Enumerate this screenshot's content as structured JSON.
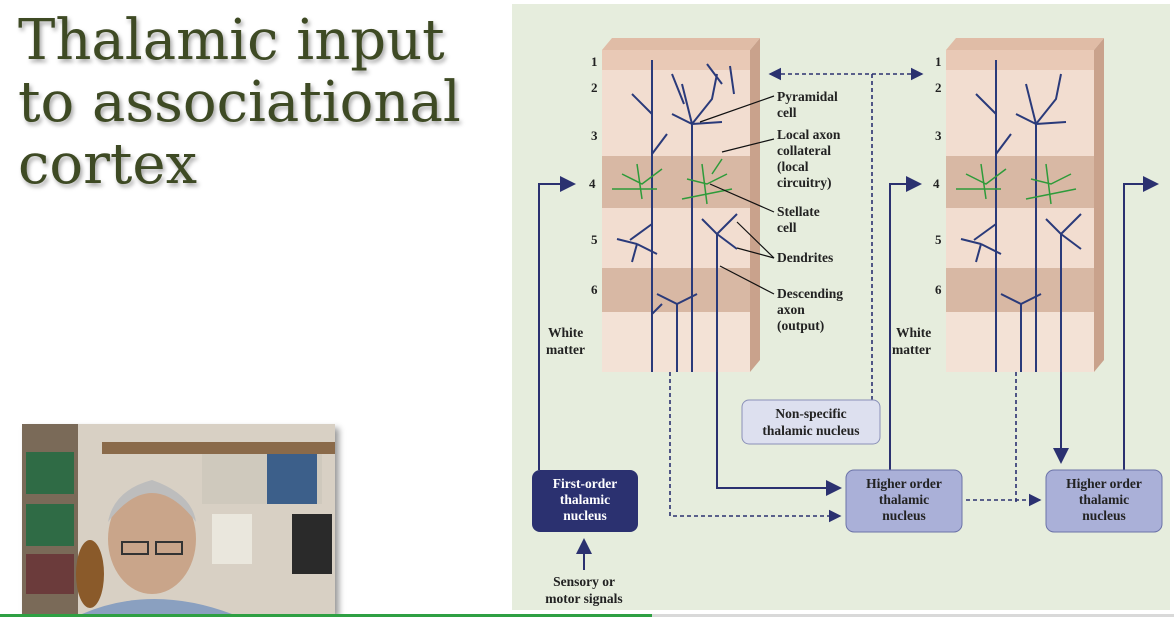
{
  "slide": {
    "title_lines": [
      "Thalamic input",
      "to associational",
      "cortex"
    ]
  },
  "figure": {
    "layer_numbers": [
      "1",
      "2",
      "3",
      "4",
      "5",
      "6"
    ],
    "white_matter_line1": "White",
    "white_matter_line2": "matter",
    "callouts": {
      "pyramidal": [
        "Pyramidal",
        "cell"
      ],
      "local_axon": [
        "Local axon",
        "collateral",
        "(local",
        "circuitry)"
      ],
      "stellate": [
        "Stellate",
        "cell"
      ],
      "dendrites": [
        "Dendrites"
      ],
      "descending": [
        "Descending",
        "axon",
        "(output)"
      ]
    },
    "boxes": {
      "first_order": [
        "First-order",
        "thalamic",
        "nucleus"
      ],
      "nonspecific": [
        "Non-specific",
        "thalamic nucleus"
      ],
      "higher_order_mid": [
        "Higher order",
        "thalamic",
        "nucleus"
      ],
      "higher_order_right": [
        "Higher order",
        "thalamic",
        "nucleus"
      ]
    },
    "input_label": [
      "Sensory or",
      "motor signals"
    ],
    "colors": {
      "layer_light": "#f2ddd0",
      "layer_dark": "#d8b8a4",
      "neuron": "#2a3a7a",
      "stellate": "#2e9b3a",
      "box_dark": "#2b3170",
      "box_light": "#aab0d8",
      "box_pale": "#dde0ef"
    }
  },
  "video": {
    "progress": 0.555
  }
}
